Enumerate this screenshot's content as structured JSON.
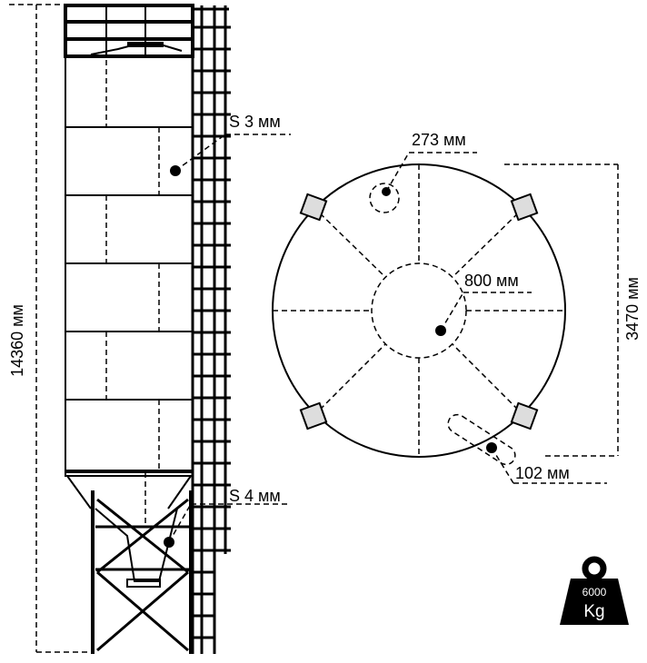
{
  "silo_side_view": {
    "height_label": "14360 мм",
    "wall_top_label": "S 3 мм",
    "wall_bottom_label": "S 4 мм"
  },
  "silo_top_view": {
    "diameter_label": "3470 мм",
    "inlet_label": "273 мм",
    "center_outlet_label": "800 мм",
    "pipe_label": "102 мм"
  },
  "weight_badge": {
    "value": "6000",
    "unit": "Kg",
    "icon": "weight-icon",
    "color": "#000000"
  }
}
